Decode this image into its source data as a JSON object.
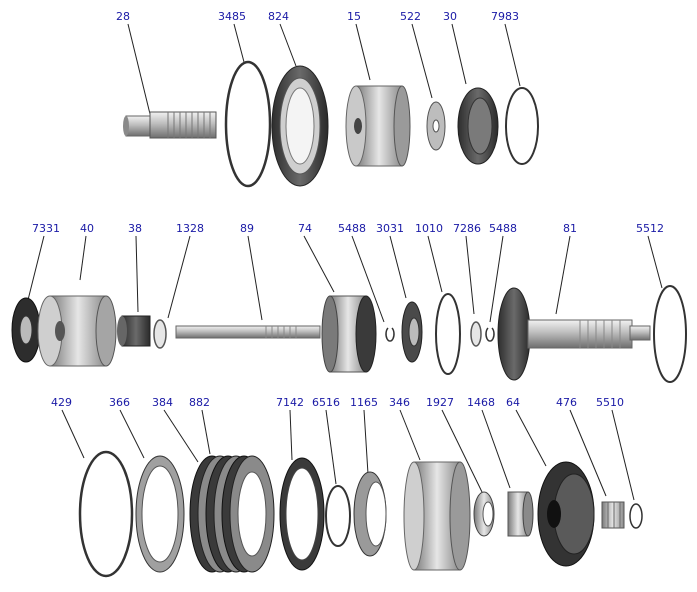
{
  "parts": [
    {
      "id": "28",
      "label": "28"
    },
    {
      "id": "3485",
      "label": "3485"
    },
    {
      "id": "824",
      "label": "824"
    },
    {
      "id": "15",
      "label": "15"
    },
    {
      "id": "522",
      "label": "522"
    },
    {
      "id": "30",
      "label": "30"
    },
    {
      "id": "7983",
      "label": "7983"
    },
    {
      "id": "7331",
      "label": "7331"
    },
    {
      "id": "40",
      "label": "40"
    },
    {
      "id": "38",
      "label": "38"
    },
    {
      "id": "1328",
      "label": "1328"
    },
    {
      "id": "89",
      "label": "89"
    },
    {
      "id": "74",
      "label": "74"
    },
    {
      "id": "5488a",
      "label": "5488"
    },
    {
      "id": "3031",
      "label": "3031"
    },
    {
      "id": "1010",
      "label": "1010"
    },
    {
      "id": "7286",
      "label": "7286"
    },
    {
      "id": "5488b",
      "label": "5488"
    },
    {
      "id": "81",
      "label": "81"
    },
    {
      "id": "5512",
      "label": "5512"
    },
    {
      "id": "429",
      "label": "429"
    },
    {
      "id": "366",
      "label": "366"
    },
    {
      "id": "384",
      "label": "384"
    },
    {
      "id": "882",
      "label": "882"
    },
    {
      "id": "7142",
      "label": "7142"
    },
    {
      "id": "6516",
      "label": "6516"
    },
    {
      "id": "1165",
      "label": "1165"
    },
    {
      "id": "346",
      "label": "346"
    },
    {
      "id": "1927",
      "label": "1927"
    },
    {
      "id": "1468",
      "label": "1468"
    },
    {
      "id": "64",
      "label": "64"
    },
    {
      "id": "476",
      "label": "476"
    },
    {
      "id": "5510",
      "label": "5510"
    }
  ],
  "colors": {
    "label": "#1a1aa6",
    "metal_light": "#d9d9d9",
    "metal_mid": "#a8a8a8",
    "metal_dark": "#4a4a4a",
    "friction": "#3a3a3a"
  }
}
